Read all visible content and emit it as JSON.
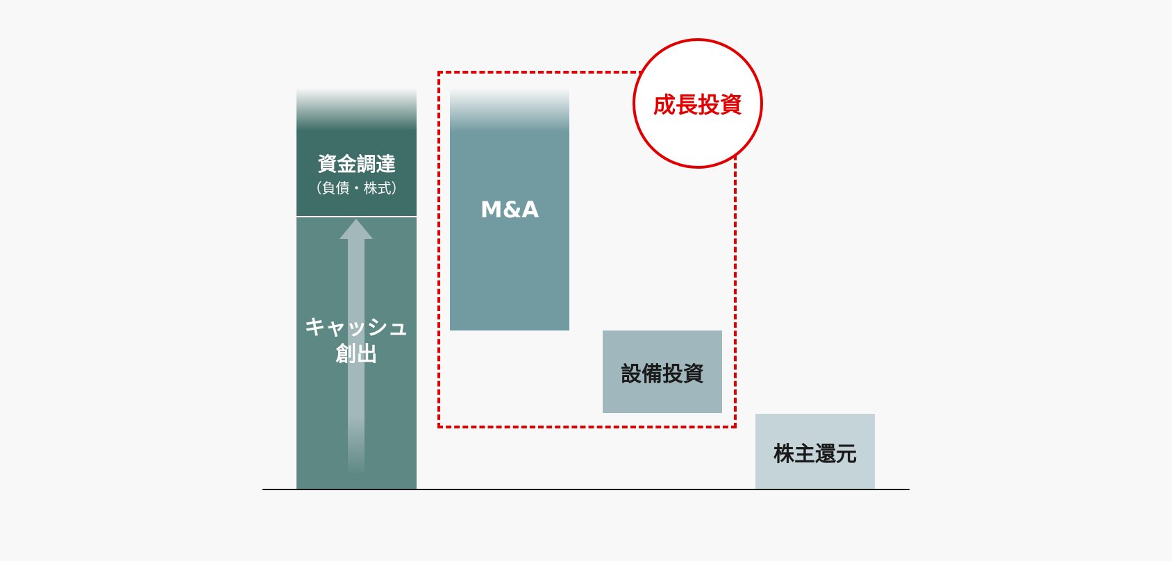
{
  "funding": {
    "title": "資金調達",
    "subtitle": "（負債・株式）"
  },
  "cash": {
    "line1": "キャッシュ",
    "line2": "創出"
  },
  "ma": {
    "label": "M&A"
  },
  "capex": {
    "label": "設備投資"
  },
  "returns": {
    "label": "株主還元"
  },
  "growth": {
    "label": "成長投資"
  },
  "colors": {
    "funding": "#3f6e68",
    "cash": "#5e8884",
    "ma": "#729ba1",
    "capex": "#a0b7be",
    "returns": "#c5d4d8",
    "accent": "#e00000"
  }
}
